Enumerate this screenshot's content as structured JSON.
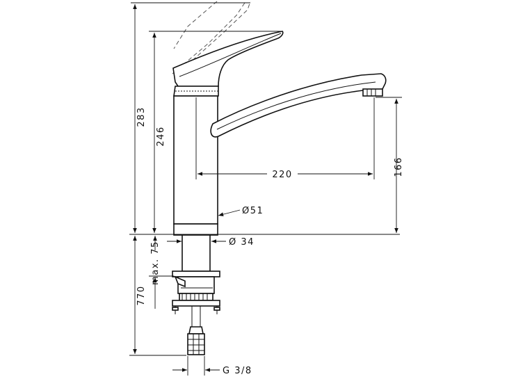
{
  "dimensions": {
    "total_height": "283",
    "body_height": "246",
    "spout_reach": "220",
    "spout_height": "166",
    "body_diameter": "Ø51",
    "shank_diameter": "Ø 34",
    "max_thickness": "max. 75",
    "hose_length": "770",
    "connection_thread": "G 3/8"
  },
  "colors": {
    "line": "#111111",
    "background": "#ffffff"
  }
}
